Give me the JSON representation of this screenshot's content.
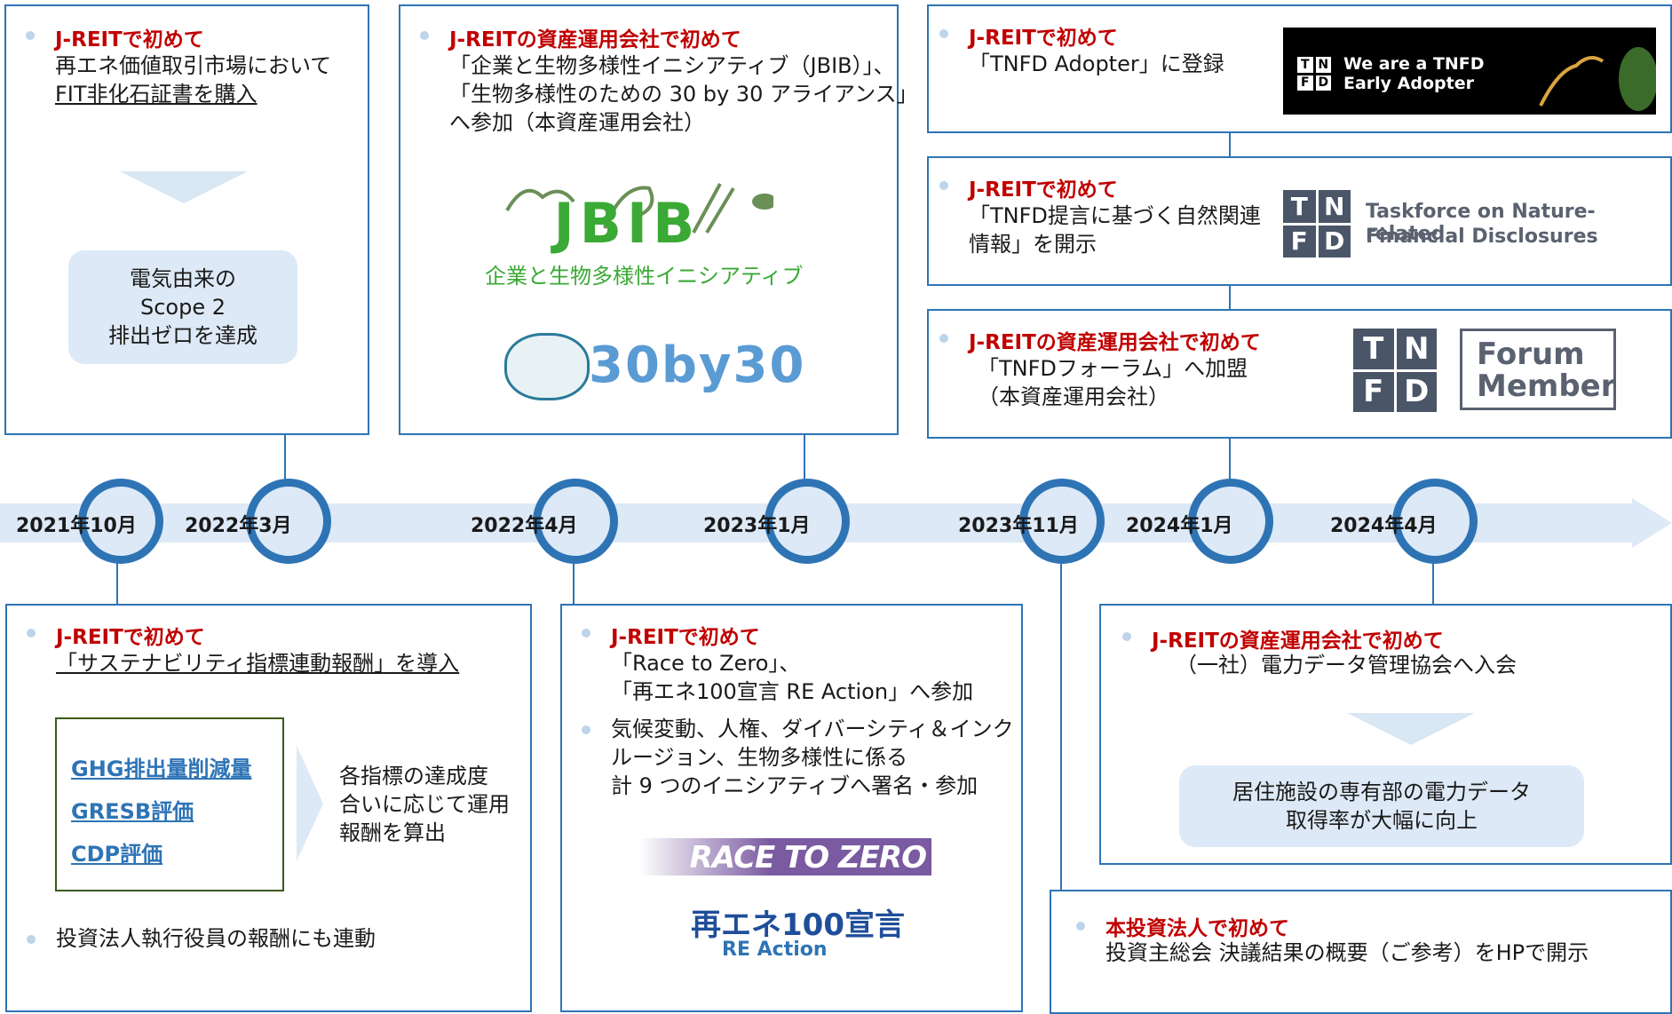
{
  "dates": [
    "2021年10月",
    "2022年3月",
    "2022年4月",
    "2023年1月",
    "2023年11月",
    "2024年1月",
    "2024年4月"
  ],
  "box1": {
    "heading": "J-REITで初めて",
    "line1": "再エネ価値取引市場において",
    "line2": "FIT非化石証書を購入",
    "result": [
      "電気由来の",
      "Scope 2",
      "排出ゼロを達成"
    ]
  },
  "box2": {
    "heading": "J-REITの資産運用会社で初めて",
    "line1": "「企業と生物多様性イニシアティブ（JBIB）」、",
    "line2": "「生物多様性のための 30 by 30 アライアンス」",
    "line3": "へ参加（本資産運用会社）",
    "jbib_logo": "JBIB",
    "jbib_sub": "企業と生物多様性イニシアティブ",
    "logo30": "30by30"
  },
  "box3": {
    "heading": "J-REITで初めて",
    "line1": "「TNFD Adopter」に登録",
    "badge_line1": "We are a TNFD",
    "badge_line2": "Early Adopter",
    "tnfd": [
      "T",
      "N",
      "F",
      "D"
    ]
  },
  "box4": {
    "heading": "J-REITで初めて",
    "line1": "「TNFD提言に基づく自然関連",
    "line2": "情報」を開示",
    "org_line1": "Taskforce on Nature-related",
    "org_line2": "Financial Disclosures",
    "tnfd": [
      "T",
      "N",
      "F",
      "D"
    ]
  },
  "box5": {
    "heading": "J-REITの資産運用会社で初めて",
    "line1": "「TNFDフォーラム」へ加盟",
    "line2": "（本資産運用会社）",
    "forum1": "Forum",
    "forum2": "Member",
    "tnfd": [
      "T",
      "N",
      "F",
      "D"
    ]
  },
  "box6": {
    "heading": "J-REITで初めて",
    "line1": "「サステナビリティ指標連動報酬」を導入",
    "metrics": [
      "GHG排出量削減量",
      "GRESB評価",
      "CDP評価"
    ],
    "desc": [
      "各指標の達成度",
      "合いに応じて運用",
      "報酬を算出"
    ],
    "bullet2": "投資法人執行役員の報酬にも連動"
  },
  "box7": {
    "heading": "J-REITで初めて",
    "line1": "「Race to Zero」、",
    "line2": "「再エネ100宣言 RE Action」へ参加",
    "b2l1": "気候変動、人権、ダイバーシティ＆インク",
    "b2l2": "ルージョン、生物多様性に係る",
    "b2l3": "計 9 つのイニシアティブへ署名・参加",
    "race": "RACE TO ZERO",
    "re100": "再エネ100宣言",
    "reaction": "RE Action"
  },
  "box8": {
    "heading": "J-REITの資産運用会社で初めて",
    "line1": "（一社）電力データ管理協会へ入会",
    "result": [
      "居住施設の専有部の電力データ",
      "取得率が大幅に向上"
    ]
  },
  "box9": {
    "heading": "本投資法人で初めて",
    "line1": "投資主総会 決議結果の概要（ご参考）をHPで開示"
  },
  "colors": {
    "accent": "#2e74b5",
    "heading": "#c00000",
    "timeline": "#dde9f6",
    "link": "#2e74b5"
  }
}
